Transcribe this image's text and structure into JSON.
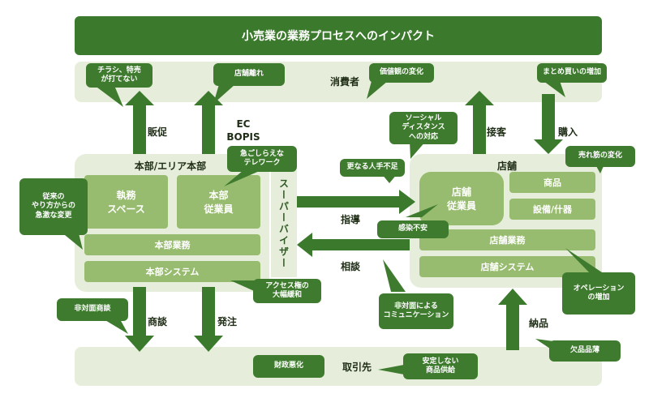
{
  "title": "小売業の業務プロセスへのインパクト",
  "consumer": "消費者",
  "trading_partner": "取引先",
  "hq": {
    "label": "本部/エリア本部",
    "executive_space": "執務\nスペース",
    "hq_staff": "本部\n従業員",
    "hq_operations": "本部業務",
    "hq_system": "本部システム"
  },
  "supervisor": "スーパーバイザー",
  "store": {
    "label": "店舗",
    "store_staff": "店舗\n従業員",
    "products": "商品",
    "equipment": "設備/什器",
    "store_operations": "店舗業務",
    "store_system": "店舗システム"
  },
  "flows": {
    "sales_promotion": "販促",
    "ec_bopis": "EC\nBOPIS",
    "customer_service": "接客",
    "purchase": "購入",
    "guidance": "指導",
    "consultation": "相談",
    "negotiation": "商談",
    "ordering": "発注",
    "delivery": "納品"
  },
  "bubbles": {
    "flyers": "チラシ、特売\nが打てない",
    "store_departure": "店舗離れ",
    "price_change": "価値観の変化",
    "bulk_buying": "まとめ買いの増加",
    "social_distance": "ソーシャル\nディスタンス\nへの対応",
    "rush_change": "急ごしらえな\nテレワーク",
    "staff_shortage": "更なる人手不足",
    "bestseller_change": "売れ筋の変化",
    "old_methods": "従来の\nやり方からの\n急激な変更",
    "infection_anxiety": "感染不安",
    "access_relax": "アクセス権の\n大幅緩和",
    "non_face_negotiation": "非対面商談",
    "non_face_comm": "非対面による\nコミュニケーション",
    "operation_increase": "オペレーション\nの増加",
    "stockout": "欠品品薄",
    "financial_deterioration": "財政悪化",
    "unstable_supply": "安定しない\n商品供給"
  },
  "colors": {
    "dark_green": "#3b7a2c",
    "mid_green": "#98bc6f",
    "light_green": "#e6eedb"
  }
}
